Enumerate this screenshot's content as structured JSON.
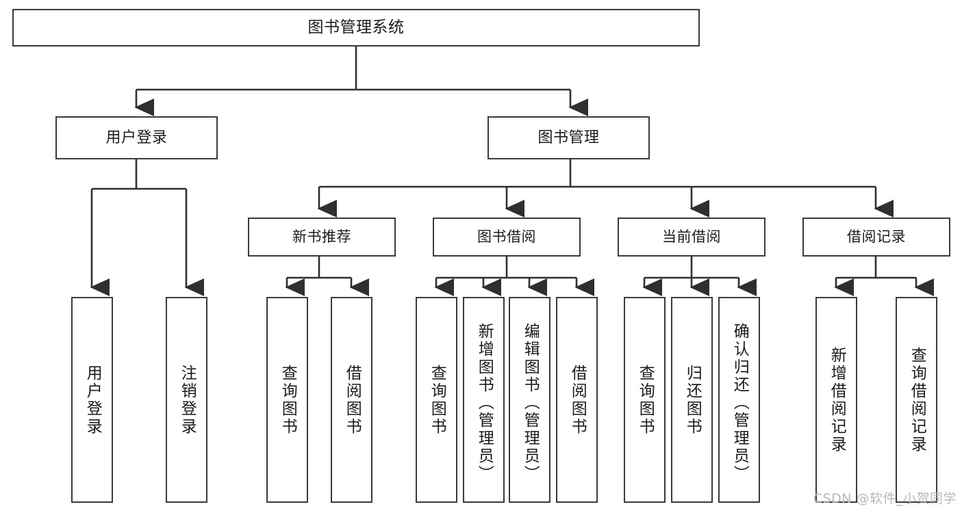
{
  "diagram": {
    "type": "tree",
    "title": "图书管理系统",
    "root": {
      "label": "图书管理系统"
    },
    "level2": [
      {
        "label": "用户登录"
      },
      {
        "label": "图书管理"
      }
    ],
    "level3": [
      {
        "label": "新书推荐"
      },
      {
        "label": "图书借阅"
      },
      {
        "label": "当前借阅"
      },
      {
        "label": "借阅记录"
      }
    ],
    "leaves": {
      "user_login": [
        {
          "label": "用户登录"
        },
        {
          "label": "注销登录"
        }
      ],
      "new_book_recommend": [
        {
          "label": "查询图书"
        },
        {
          "label": "借阅图书"
        }
      ],
      "book_borrow": [
        {
          "label": "查询图书"
        },
        {
          "label": "新增图书（管理员）"
        },
        {
          "label": "编辑图书（管理员）"
        },
        {
          "label": "借阅图书"
        }
      ],
      "current_borrow": [
        {
          "label": "查询图书"
        },
        {
          "label": "归还图书"
        },
        {
          "label": "确认归还（管理员）"
        }
      ],
      "borrow_record": [
        {
          "label": "新增借阅记录"
        },
        {
          "label": "查询借阅记录"
        }
      ]
    }
  },
  "watermark": {
    "text": "CSDN @软件_小贺同学"
  },
  "colors": {
    "box_border": "#3a3a3a",
    "background": "#ffffff",
    "text": "#1b1b1b",
    "edge": "#2f2f2f",
    "watermark": "#b9b9b9"
  }
}
